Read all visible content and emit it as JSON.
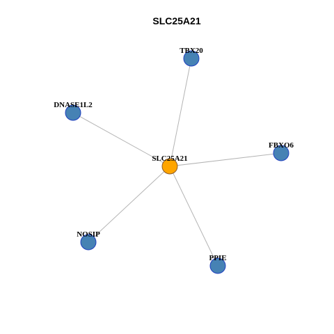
{
  "title": "SLC25A21",
  "colors": {
    "center_fill": "#FFA500",
    "center_stroke": "#8B5A2B",
    "neighbor_fill": "#4682B4",
    "neighbor_stroke": "#1F3FBF",
    "edge": "#B3B3B3"
  },
  "network": {
    "center": {
      "id": "SLC25A21",
      "label": "SLC25A21"
    },
    "neighbors": [
      {
        "id": "TBX20",
        "label": "TBX20"
      },
      {
        "id": "DNASE1L2",
        "label": "DNASE1L2"
      },
      {
        "id": "FBXO6",
        "label": "FBXO6"
      },
      {
        "id": "NOSIP",
        "label": "NOSIP"
      },
      {
        "id": "PPIE",
        "label": "PPIE"
      }
    ],
    "edges": [
      [
        "SLC25A21",
        "TBX20"
      ],
      [
        "SLC25A21",
        "DNASE1L2"
      ],
      [
        "SLC25A21",
        "FBXO6"
      ],
      [
        "SLC25A21",
        "NOSIP"
      ],
      [
        "SLC25A21",
        "PPIE"
      ]
    ]
  }
}
